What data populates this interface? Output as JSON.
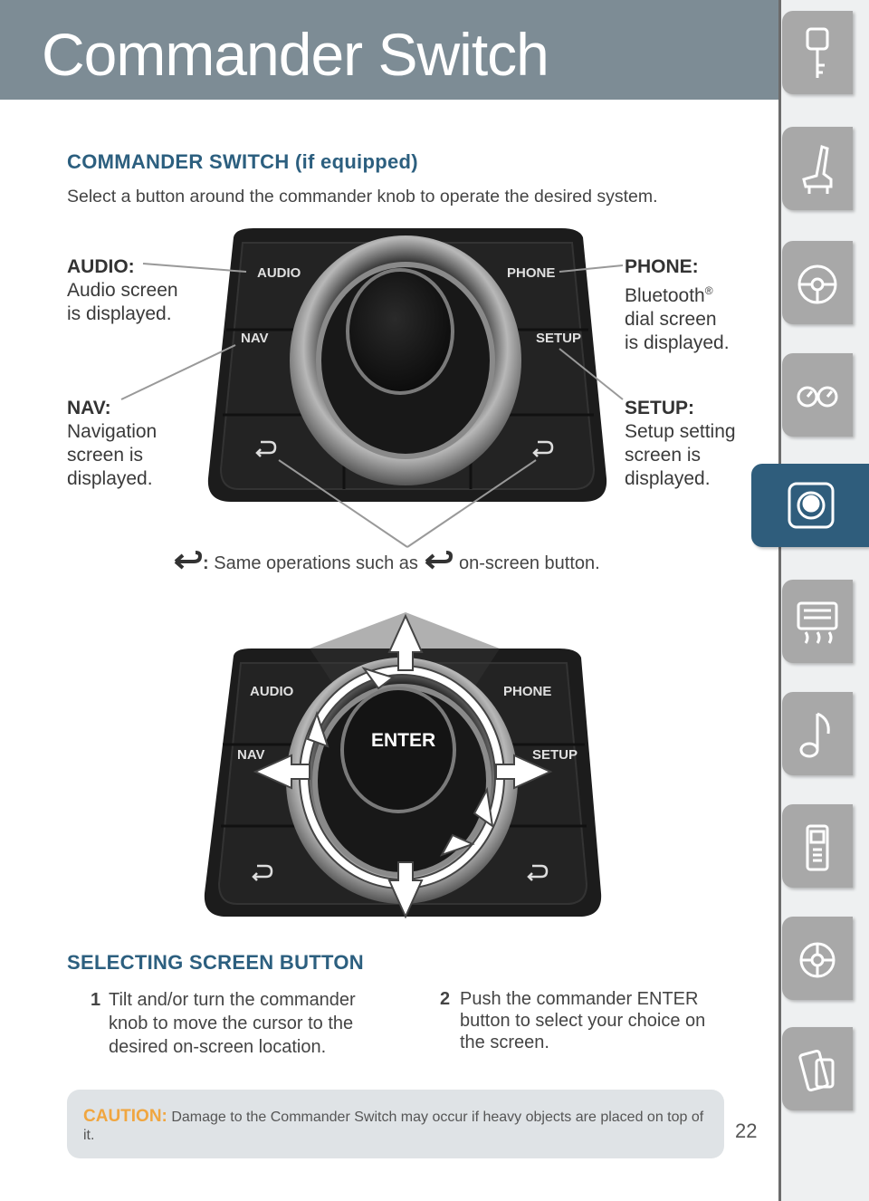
{
  "header": {
    "title": "Commander Switch"
  },
  "section1": {
    "heading": "COMMANDER SWITCH (if equipped)",
    "intro": "Select a button around the commander knob to operate the desired system."
  },
  "labels": {
    "audio_title": "AUDIO:",
    "audio_l1": "Audio screen",
    "audio_l2": "is displayed.",
    "phone_title": "PHONE:",
    "phone_l1": "Bluetooth",
    "phone_sup": "®",
    "phone_l2": "dial screen",
    "phone_l3": "is displayed.",
    "nav_title": "NAV:",
    "nav_l1": "Navigation",
    "nav_l2": "screen is",
    "nav_l3": "displayed.",
    "setup_title": "SETUP:",
    "setup_l1": "Setup setting",
    "setup_l2": "screen is",
    "setup_l3": "displayed."
  },
  "panel_buttons": {
    "audio": "AUDIO",
    "phone": "PHONE",
    "nav": "NAV",
    "setup": "SETUP",
    "enter": "ENTER"
  },
  "caption": {
    "colon": ":",
    "text1": " Same operations such as ",
    "text2": " on-screen button."
  },
  "section2": {
    "heading": "SELECTING SCREEN BUTTON",
    "step1_num": "1",
    "step1_l1": "Tilt and/or turn the commander",
    "step1_l2": "knob to move the cursor to the",
    "step1_l3": "desired on-screen location.",
    "step2_num": "2",
    "step2_l1": "Push the commander ENTER",
    "step2_l2": "button to select your choice on",
    "step2_l3": "the screen."
  },
  "caution": {
    "label": "CAUTION:",
    "text": " Damage to the Commander Switch may occur if heavy objects are placed on top of it."
  },
  "page_number": "22",
  "sidebar_tabs": [
    "key-icon",
    "seat-icon",
    "steering-wheel-icon",
    "gauges-icon",
    "commander-knob-icon",
    "climate-icon",
    "music-note-icon",
    "phone-icon",
    "wheel-icon",
    "phone-device-icon"
  ],
  "colors": {
    "header_bg": "#7d8c95",
    "heading": "#2c5f7f",
    "active_tab": "#2f5d7c",
    "caution_label": "#f0a640"
  }
}
